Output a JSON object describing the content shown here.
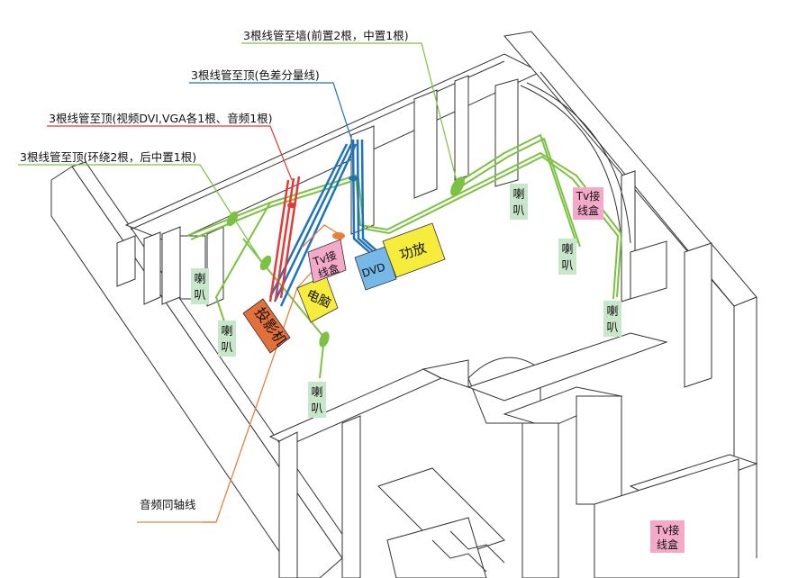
{
  "callouts": {
    "wall_conduit": "3根线管至墙(前置2根，中置1根)",
    "ceiling_component": "3根线管至顶(色差分量线)",
    "ceiling_video": "3根线管至顶(视频DVI,VGA各1根、音频1根)",
    "ceiling_surround": "3根线管至顶(环绕2根，后中置1根)",
    "coax_audio": "音频同轴线"
  },
  "devices": {
    "projector": "投影机",
    "computer": "电脑",
    "dvd": "DVD",
    "amplifier": "功放",
    "tv_box_line1": "Tv接",
    "tv_box_line2": "线盒"
  },
  "speaker": {
    "line1": "喇",
    "line2": "叭"
  },
  "colors": {
    "green_conduit": "#7cc242",
    "blue_conduit": "#1e73be",
    "red_conduit": "#e53935",
    "orange_coax": "#e8803c",
    "projector_box": "#e2703a",
    "computer_box": "#f6ec3c",
    "dvd_box": "#76b8e8",
    "amplifier_box": "#f6ec3c",
    "tv_box": "#f4a9c8",
    "speaker_label_bg": "#c8e6c9"
  }
}
